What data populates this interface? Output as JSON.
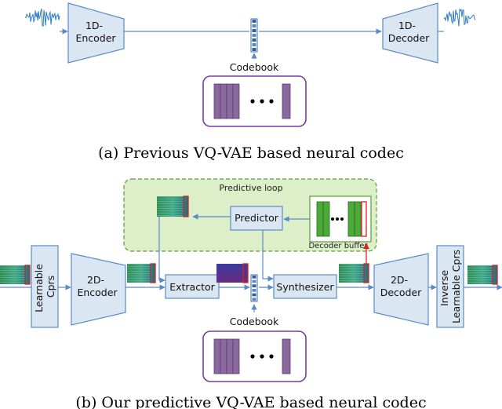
{
  "part_a": {
    "encoder": "1D-\nEncoder",
    "decoder": "1D-\nDecoder",
    "codebook": "Codebook",
    "caption": "(a) Previous VQ-VAE based neural codec"
  },
  "part_b": {
    "loop_title": "Predictive loop",
    "predictor": "Predictor",
    "decoder_buffer": "Decoder buffer",
    "learnable_cprs": "Learnable\nCprs",
    "encoder_2d": "2D-\nEncoder",
    "extractor": "Extractor",
    "synthesizer": "Synthesizer",
    "decoder_2d": "2D-\nDecoder",
    "inverse_cprs": "Inverse\nLearnable Cprs",
    "codebook": "Codebook",
    "caption": "(b) Our predictive VQ-VAE based neural codec"
  },
  "colors": {
    "box_fill": "#dbe6f3",
    "box_stroke": "#5b8bc4",
    "codebook_stroke": "#7a3aa0",
    "codebook_fill": "#8a6a9e",
    "loop_fill": "#dcefc8",
    "loop_stroke": "#5a9a3a",
    "buffer_fill": "#4caa3a",
    "red": "#e02020",
    "waveform": "#2e7ec8"
  }
}
